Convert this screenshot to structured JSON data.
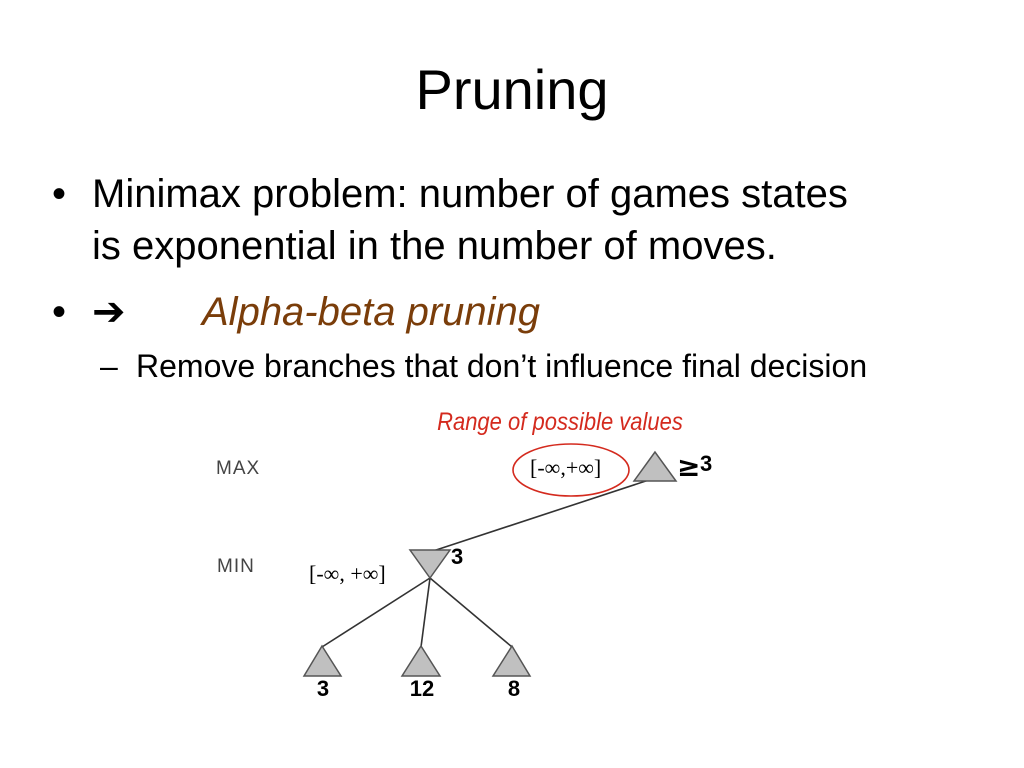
{
  "title": "Pruning",
  "bullets": [
    {
      "marker": "•",
      "text_line1": "Minimax problem: number of games states",
      "text_line2": "is exponential in the number of moves."
    },
    {
      "marker": "•",
      "arrow": "➔",
      "text": "Alpha-beta pruning"
    }
  ],
  "sub_bullet": {
    "marker": "–",
    "text": "Remove branches that don’t influence final decision"
  },
  "diagram": {
    "range_label": "Range of possible values",
    "level_max": "MAX",
    "level_min": "MIN",
    "max_interval": "[-∞,+∞]",
    "max_bound_symbol": "≥",
    "max_bound_value": "3",
    "min_interval": "[-∞, +∞]",
    "min_value": "3",
    "leaves": [
      "3",
      "12",
      "8"
    ],
    "colors": {
      "node_fill": "#c0c0c0",
      "highlight": "#d42a1e",
      "accent": "#7a3d0a"
    }
  }
}
